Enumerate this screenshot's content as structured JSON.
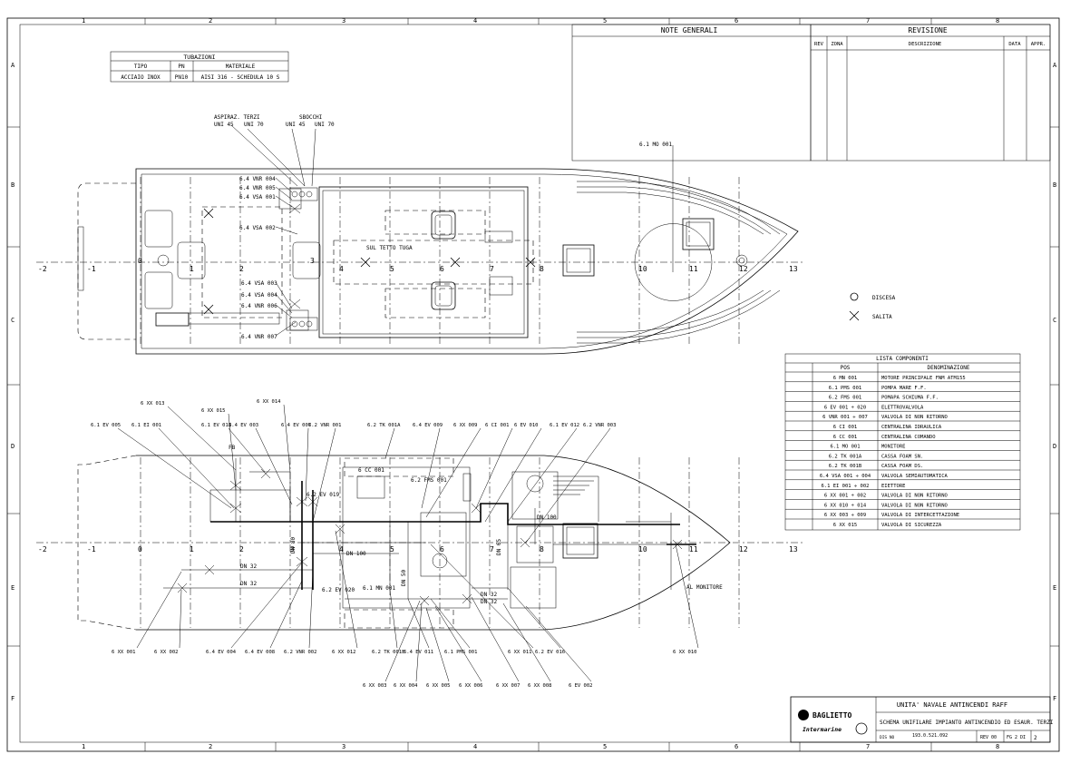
{
  "border": {
    "cols_top": [
      "1",
      "2",
      "3",
      "4",
      "5",
      "6",
      "7",
      "8"
    ],
    "cols_bottom": [
      "1",
      "2",
      "3",
      "4",
      "5",
      "6",
      "7",
      "8"
    ],
    "rows_left": [
      "A",
      "B",
      "C",
      "D",
      "E",
      "F"
    ],
    "rows_right": [
      "A",
      "B",
      "C",
      "D",
      "E",
      "F"
    ]
  },
  "tubazioni": {
    "title": "TUBAZIONI",
    "headers": [
      "TIPO",
      "PN",
      "MATERIALE"
    ],
    "row": [
      "ACCIAIO INOX",
      "PN10",
      "AISI 316 - SCHEDULA 10 S"
    ]
  },
  "note_generali": {
    "title": "NOTE GENERALI"
  },
  "revisione": {
    "title": "REVISIONE",
    "headers": [
      "REV",
      "ZONA",
      "DESCRIZIONE",
      "DATA",
      "APPR."
    ]
  },
  "legend": {
    "discesa": "DISCESA",
    "salita": "SALITA"
  },
  "lista": {
    "title": "LISTA COMPONENTI",
    "headers": [
      "POS",
      "DENOMINAZIONE"
    ],
    "rows": [
      {
        "pos": "6 MN 001",
        "den": "MOTORE PRINCIPALE  FNM ATM155"
      },
      {
        "pos": "6.1 PMS 001",
        "den": "POMPA MARE F.F."
      },
      {
        "pos": "6.2 FMS 001",
        "den": "POMAPA SCHIUMA F.F."
      },
      {
        "pos": "6 EV 001 ÷ 020",
        "den": "ELETTROVALVOLA"
      },
      {
        "pos": "6 VNR 001 ÷ 007",
        "den": "VALVOLA DI NON RITORNO"
      },
      {
        "pos": "6 CI 001",
        "den": "CENTRALINA IDRAULICA"
      },
      {
        "pos": "6 CC 001",
        "den": "CENTRALINA COMANDO"
      },
      {
        "pos": "6.1 MO 001",
        "den": "MONITORE"
      },
      {
        "pos": "6.2 TK 001A",
        "den": "CASSA FOAM SN."
      },
      {
        "pos": "6.2 TK 001B",
        "den": "CASSA FOAM DS."
      },
      {
        "pos": "6.4 VSA 001 ÷ 004",
        "den": "VALVOLA SEMIAUTOMATICA"
      },
      {
        "pos": "6.1 EI 001 ÷ 002",
        "den": "EIETTORE"
      },
      {
        "pos": "6 XX 001 ÷ 002",
        "den": "VALVOLA DI NON RITORNO"
      },
      {
        "pos": "6 XX 010 ÷ 014",
        "den": "VALVOLA DI NON RITORNO"
      },
      {
        "pos": "6 XX 003 ÷ 009",
        "den": "VALVOLA DI INTERCETTAZIONE"
      },
      {
        "pos": "6 XX 015",
        "den": "VALVOLA DI SICUREZZA"
      }
    ]
  },
  "title_block": {
    "company": "BAGLIETTO",
    "subbrand": "Intermarine",
    "line1": "UNITA' NAVALE ANTINCENDI RAFF",
    "line2": "SCHEMA UNIFILARE IMPIANTO ANTINCENDIO ED ESAUR. TERZI",
    "dis_label": "DIS NO",
    "dis_no": "193.0.521.092",
    "rev": "REV 00",
    "fg": "FG 2  DI",
    "sheets": "2"
  },
  "top_plan": {
    "labels": {
      "aspiraz": "ASPIRAZ. TERZI",
      "sbocchi": "SBOCCHI",
      "uni45a": "UNI 45",
      "uni70a": "UNI 70",
      "uni45b": "UNI 45",
      "uni70b": "UNI 70",
      "mo": "6.1 MO 001",
      "tetto": "SUL TETTO TUGA",
      "vnr004": "6.4  VNR 004",
      "vnr005": "6.4  VNR 005",
      "vsa001": "6.4  VSA 001",
      "vsa002": "6.4  VSA 002",
      "vsa003": "6.4  VSA 003",
      "vsa004": "6.4  VSA 004",
      "vnr006": "6.4  VNR 006",
      "vnr007": "6.4  VNR 007"
    },
    "frames": [
      "-2",
      "-1",
      "0",
      "1",
      "2",
      "3",
      "4",
      "5",
      "6",
      "7",
      "8",
      "10",
      "11",
      "12",
      "13"
    ]
  },
  "bottom_plan": {
    "top_labels": [
      "6.1 EV 005",
      "6.1 EI 001",
      "6 XX 013",
      "6 XX 015",
      "6.1 EV 013",
      "6 XX 014",
      "6.4 EV 003",
      "6.4 EV 007",
      "6.2 VNR 001",
      "6.2 TK 001A",
      "6.4 EV 009",
      "6 XX 009",
      "6 CI 001",
      "6 EV 010",
      "6.1 EV 012",
      "6.2 VNR 003"
    ],
    "bottom_labels": [
      "6 XX 001",
      "6 XX 002",
      "6.4 EV 004",
      "6.4 EV 008",
      "6.2 VNR 002",
      "6 XX 012",
      "6.2 TK 001B",
      "6.4 EV 011",
      "6.1 PMS 001",
      "6 XX 011",
      "6.2 EV 016",
      "6 XX 010"
    ],
    "bottom_labels2": [
      "6 XX 003",
      "6 XX 004",
      "6 XX 005",
      "6 XX 006",
      "6 XX 007",
      "6 XX 008",
      "6 EV 002"
    ],
    "inner": {
      "fb": "FB",
      "cc": "6 CC 001",
      "fms": "6.2 FMS 001",
      "ev019": "6.2 EV 019",
      "ev020": "6.2 EV 020",
      "mn": "6.1 MN 001",
      "dn32a": "DN 32",
      "dn32b": "DN 32",
      "dn32c": "DN 32",
      "dn32d": "DN 32",
      "dn100a": "DN 100",
      "dn100b": "DN 100",
      "dn80": "DN 80",
      "dn50": "DN 50",
      "dn65": "DN 65",
      "al_monitore": "AL MONITORE"
    },
    "frames": [
      "-2",
      "-1",
      "0",
      "1",
      "2",
      "3",
      "4",
      "5",
      "6",
      "7",
      "8",
      "10",
      "11",
      "12",
      "13"
    ]
  },
  "colors": {
    "ink": "#000000",
    "paper": "#ffffff"
  }
}
